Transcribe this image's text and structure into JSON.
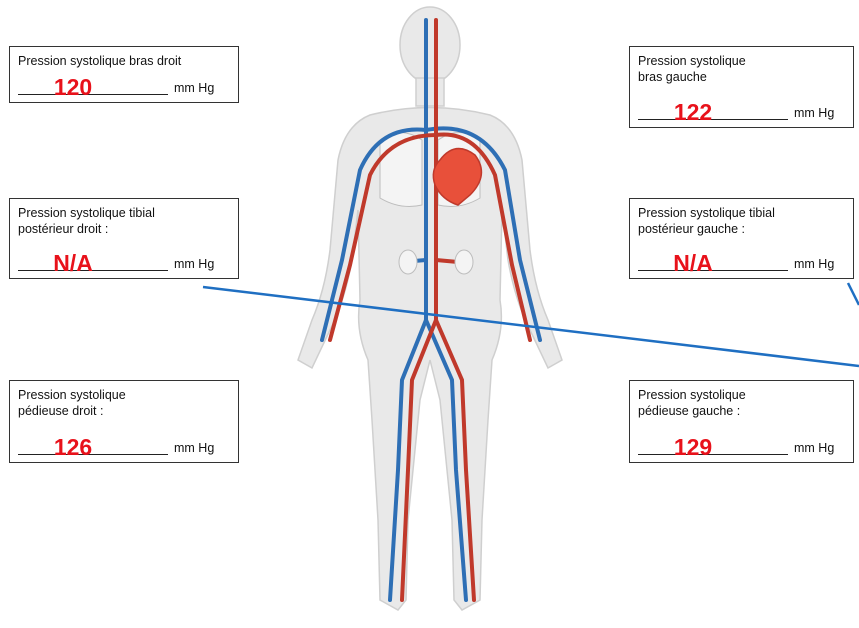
{
  "unit": "mm Hg",
  "fields": {
    "arm_right": {
      "label_lines": [
        "Pression systolique bras droit"
      ],
      "value": "120"
    },
    "arm_left": {
      "label_lines": [
        "Pression systolique",
        "bras gauche"
      ],
      "value": "122"
    },
    "tibial_right": {
      "label_lines": [
        "Pression systolique tibial",
        "postérieur droit :"
      ],
      "value": "N/A"
    },
    "tibial_left": {
      "label_lines": [
        "Pression systolique tibial",
        "postérieur gauche :"
      ],
      "value": "N/A"
    },
    "pedal_right": {
      "label_lines": [
        "Pression systolique",
        "pédieuse droit :"
      ],
      "value": "126"
    },
    "pedal_left": {
      "label_lines": [
        "Pression systolique",
        "pédieuse gauche :"
      ],
      "value": "129"
    }
  },
  "colors": {
    "value_text": "#e8121b",
    "artery": "#c0392b",
    "vein": "#2e6fb5",
    "body_fill": "#e9e9e9",
    "heart": "#e8503a",
    "connector_line": "#1f6fc2"
  }
}
